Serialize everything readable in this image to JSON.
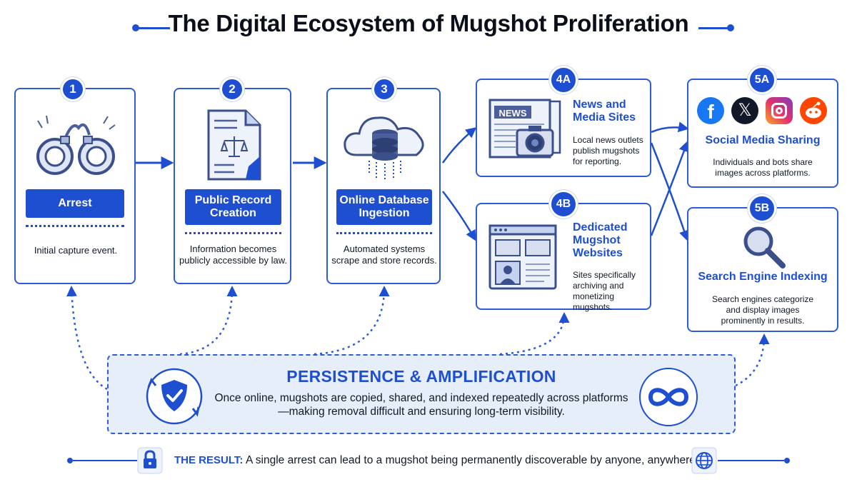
{
  "title": "The Digital Ecosystem of Mugshot Proliferation",
  "colors": {
    "primary": "#1f4fd1",
    "light_fill": "#e6eef9",
    "text": "#111827"
  },
  "stages": [
    {
      "badge": "1",
      "label": "Arrest",
      "description": "Initial capture event.",
      "icon": "handcuffs-icon"
    },
    {
      "badge": "2",
      "label": "Public Record Creation",
      "description": "Information becomes publicly accessible by law.",
      "icon": "legal-document-icon"
    },
    {
      "badge": "3",
      "label": "Online Database Ingestion",
      "description": "Automated systems scrape and store records.",
      "icon": "cloud-database-icon"
    }
  ],
  "outlets": [
    {
      "badge": "4A",
      "title": "News and Media Sites",
      "description": "Local news outlets publish mugshots for reporting.",
      "icon_label": "NEWS",
      "icon": "newspaper-camera-icon"
    },
    {
      "badge": "4B",
      "title": "Dedicated Mugshot Websites",
      "description": "Sites specifically archiving and monetizing mugshots.",
      "icon": "browser-profile-icon"
    },
    {
      "badge": "5A",
      "title": "Social Media Sharing",
      "description": "Individuals and bots share images across platforms.",
      "icons": [
        "facebook-icon",
        "x-icon",
        "instagram-icon",
        "reddit-icon"
      ]
    },
    {
      "badge": "5B",
      "title": "Search Engine Indexing",
      "description": "Search engines categorize and display images prominently in results.",
      "icon": "magnifier-icon"
    }
  ],
  "persistence": {
    "title": "PERSISTENCE & AMPLIFICATION",
    "text": "Once online, mugshots are copied, shared, and indexed repeatedly across platforms—making removal difficult and ensuring long-term visibility.",
    "icons": [
      "shield-check-icon",
      "infinity-icon"
    ]
  },
  "result": {
    "label": "THE RESULT:",
    "text": "A single arrest can lead to a mugshot being permanently discoverable by anyone, anywhere.",
    "icons": [
      "lock-icon",
      "globe-icon"
    ]
  }
}
